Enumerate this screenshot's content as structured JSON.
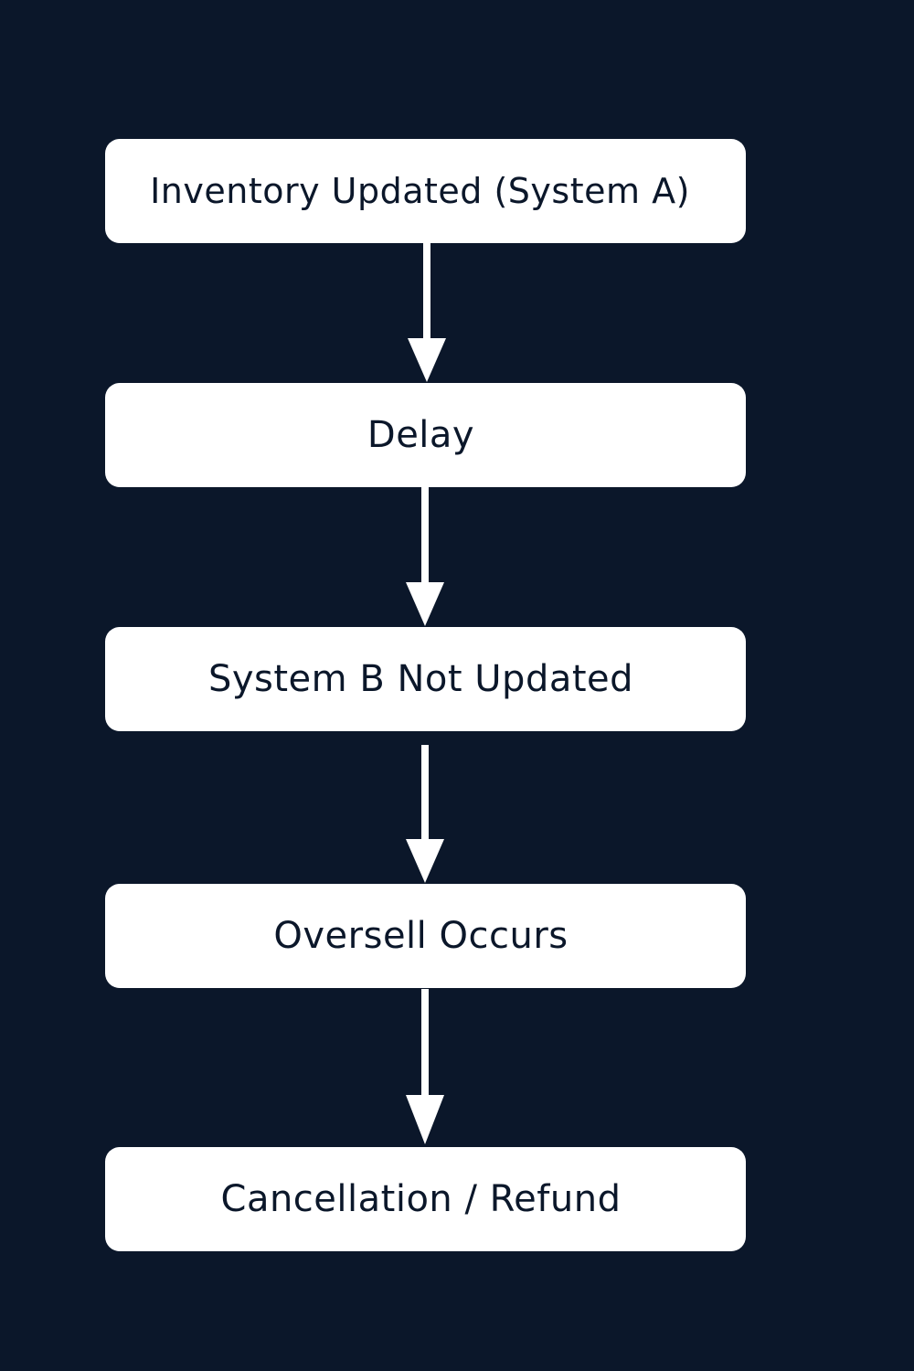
{
  "diagram": {
    "type": "flowchart",
    "direction": "top-to-bottom",
    "colors": {
      "background": "#0b172a",
      "node_fill": "#ffffff",
      "node_text": "#0b172a",
      "arrow": "#ffffff"
    },
    "nodes": [
      {
        "id": "n1",
        "label": "Inventory Updated (System A)"
      },
      {
        "id": "n2",
        "label": "Delay"
      },
      {
        "id": "n3",
        "label": "System B Not Updated"
      },
      {
        "id": "n4",
        "label": "Oversell Occurs"
      },
      {
        "id": "n5",
        "label": "Cancellation / Refund"
      }
    ],
    "edges": [
      {
        "from": "n1",
        "to": "n2"
      },
      {
        "from": "n2",
        "to": "n3"
      },
      {
        "from": "n3",
        "to": "n4"
      },
      {
        "from": "n4",
        "to": "n5"
      }
    ]
  }
}
